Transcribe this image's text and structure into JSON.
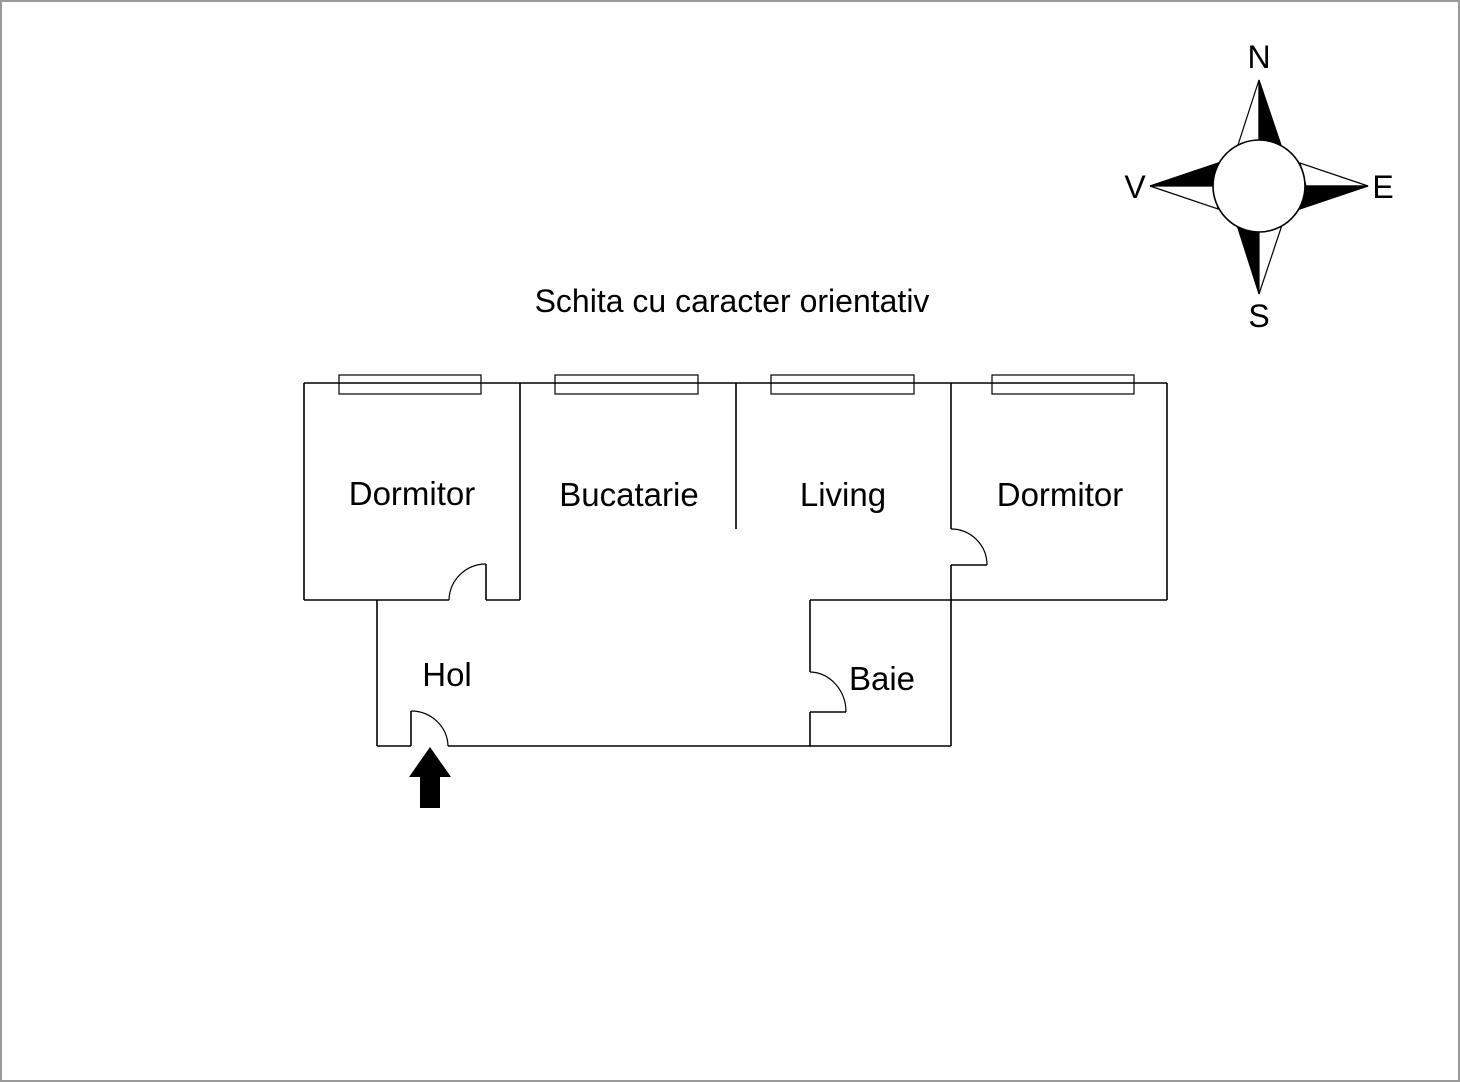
{
  "title": "Schita cu caracter orientativ",
  "rooms": [
    {
      "id": "dormitor-west",
      "label": "Dormitor"
    },
    {
      "id": "bucatarie",
      "label": "Bucatarie"
    },
    {
      "id": "living",
      "label": "Living"
    },
    {
      "id": "dormitor-east",
      "label": "Dormitor"
    },
    {
      "id": "hol",
      "label": "Hol"
    },
    {
      "id": "baie",
      "label": "Baie"
    }
  ],
  "compass": {
    "north": "N",
    "south": "S",
    "east": "E",
    "west": "V"
  },
  "colors": {
    "line": "#000000",
    "background": "#ffffff",
    "frame": "#9a9a9a"
  },
  "icons": [
    "compass-rose-icon",
    "entrance-arrow-icon"
  ]
}
